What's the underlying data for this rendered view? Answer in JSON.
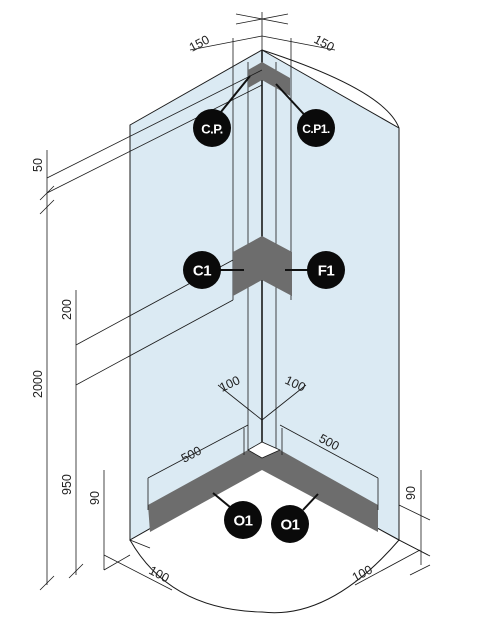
{
  "colors": {
    "glass": "#dbeaf3",
    "glass_floor": "#ffffff",
    "panel": "#6d6d6d",
    "tag_fill": "#0a0a0a"
  },
  "dimensions": {
    "top_left": "150",
    "top_right": "150",
    "upper_gap": "50",
    "total_height": "2000",
    "mid_height": "200",
    "lower_height": "950",
    "bottom_left": "90",
    "bottom_right": "90",
    "corner_left": "100",
    "corner_right": "100",
    "panel_left": "500",
    "panel_right": "500",
    "base_left": "100",
    "base_right": "100"
  },
  "tags": {
    "cp": "C.P.",
    "cp1": "C.P1.",
    "c1": "C1",
    "f1": "F1",
    "o1_left": "O1",
    "o1_right": "O1"
  }
}
